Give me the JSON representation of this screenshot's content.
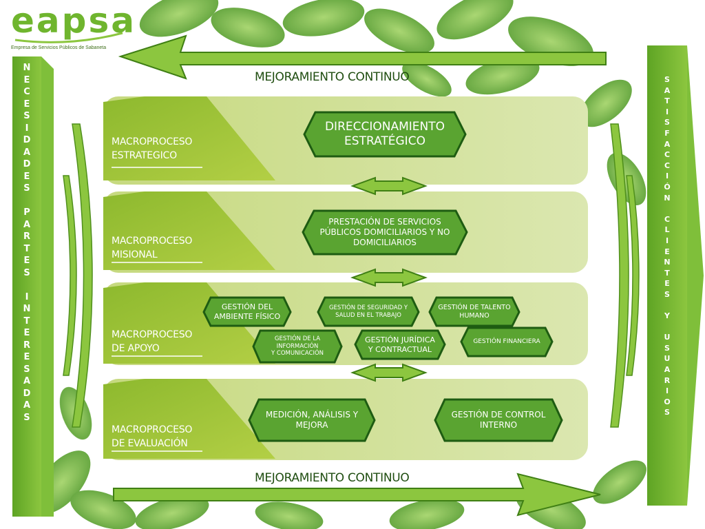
{
  "logo": {
    "brand": "eapsa",
    "tagline": "Empresa de Servicios Públicos de Sabaneta"
  },
  "left_bar": {
    "words": [
      "NECESIDADES",
      "PARTES",
      "INTERESADAS"
    ]
  },
  "right_bar": {
    "words": [
      "SATISFACCIÓN",
      "CLIENTES",
      "Y",
      "USUARIOS"
    ]
  },
  "top_arrow_label": "MEJORAMIENTO CONTINUO",
  "bottom_arrow_label": "MEJORAMIENTO CONTINUO",
  "bands": [
    {
      "line1": "MACROPROCESO",
      "line2": "ESTRATEGICO"
    },
    {
      "line1": "MACROPROCESO",
      "line2": "MISIONAL"
    },
    {
      "line1": "MACROPROCESO",
      "line2": "DE APOYO"
    },
    {
      "line1": "MACROPROCESO",
      "line2": "DE EVALUACIÓN"
    }
  ],
  "processes": {
    "direccionamiento": {
      "lines": [
        "DIRECCIONAMIENTO",
        "ESTRATÉGICO"
      ]
    },
    "prestacion": {
      "lines": [
        "PRESTACIÓN DE SERVICIOS",
        "PÚBLICOS DOMICILIARIOS Y NO",
        "DOMICILIARIOS"
      ]
    },
    "ambiente": {
      "lines": [
        "GESTIÓN DEL",
        "AMBIENTE FÍSICO"
      ]
    },
    "seguridad": {
      "lines": [
        "GESTIÓN DE SEGURIDAD Y",
        "SALUD EN EL TRABAJO"
      ]
    },
    "talento": {
      "lines": [
        "GESTIÓN DE TALENTO",
        "HUMANO"
      ]
    },
    "informacion": {
      "lines": [
        "GESTIÓN DE LA",
        "INFORMACIÓN",
        "Y COMUNICACIÓN"
      ]
    },
    "juridica": {
      "lines": [
        "GESTIÓN JURÍDICA",
        "Y CONTRACTUAL"
      ]
    },
    "financiera": {
      "lines": [
        "GESTIÓN FINANCIERA"
      ]
    },
    "medicion": {
      "lines": [
        "MEDICIÓN, ANÁLISIS Y",
        "MEJORA"
      ]
    },
    "control": {
      "lines": [
        "GESTIÓN DE CONTROL",
        "INTERNO"
      ]
    }
  },
  "colors": {
    "band_light": "#c9dc8a",
    "band_mid": "#aac83c",
    "hex_fill": "#5aa431",
    "hex_border": "#1e5c12",
    "bar_green": "#6fae2e",
    "arrow_green": "#8cc63f",
    "text_dark": "#1f4d10"
  }
}
